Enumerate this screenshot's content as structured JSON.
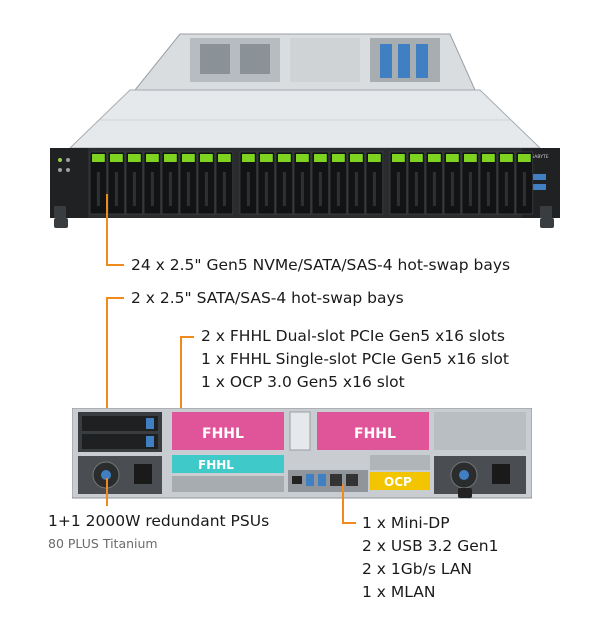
{
  "callouts": {
    "front_bays_24": "24 x 2.5\" Gen5 NVMe/SATA/SAS-4 hot-swap bays",
    "rear_bays_2": "2 x 2.5\" SATA/SAS-4 hot-swap bays",
    "pcie": [
      "2 x FHHL Dual-slot PCIe Gen5 x16 slots",
      "1 x FHHL Single-slot PCIe Gen5 x16 slot",
      "1 x OCP 3.0 Gen5 x16 slot"
    ],
    "psu": {
      "title": "1+1 2000W redundant PSUs",
      "subtitle": "80 PLUS Titanium"
    },
    "io": [
      "1 x Mini-DP",
      "2 x USB 3.2 Gen1",
      "2 x 1Gb/s LAN",
      "1 x MLAN"
    ]
  },
  "rear_labels": {
    "fhhl_left": "FHHL",
    "fhhl_right": "FHHL",
    "fhhl_bottom": "FHHL",
    "ocp": "OCP"
  },
  "brand_mark": "GIGABYTE",
  "colors": {
    "accent_orange": "#f08a1c",
    "bay_latch_green": "#7ed321",
    "fhhl_pink": "#e0559a",
    "fhhl_cyan": "#3fc9c9",
    "ocp_yellow": "#f2c500",
    "chassis_grey": "#c9cdd1"
  }
}
